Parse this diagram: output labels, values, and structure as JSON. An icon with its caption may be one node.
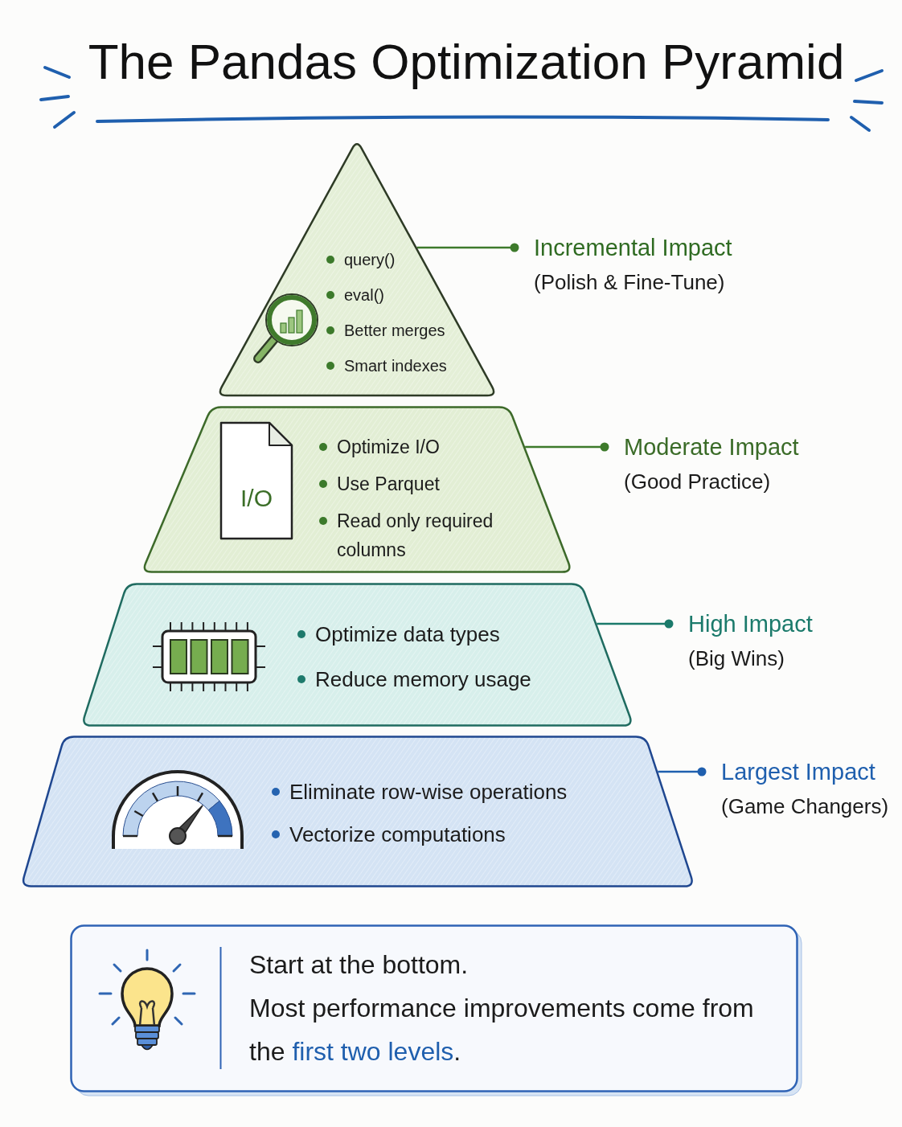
{
  "diagram": {
    "title": "The Pandas Optimization Pyramid",
    "nodes": [
      {
        "text": [
          "query()",
          "eval()",
          "Better merges",
          "Smart indexes"
        ]
      },
      {
        "text": [
          "Incremental Impact",
          "(Polish & Fine-Tune)"
        ]
      },
      {
        "text": [
          "Optimize I/O",
          "Use Parquet",
          "Read only required columns"
        ]
      },
      {
        "text": [
          "I/O"
        ],
        "in": 2
      },
      {
        "text": [
          "Moderate Impact",
          "(Good Practice)"
        ]
      },
      {
        "text": [
          "Optimize data types",
          "Reduce memory usage"
        ]
      },
      {
        "text": [
          "High Impact",
          "(Big Wins)"
        ]
      },
      {
        "text": [
          "Eliminate row-wise operations",
          "Vectorize computations"
        ]
      },
      {
        "text": [
          "Largest Impact",
          "(Game Changers)"
        ]
      },
      {
        "text": [
          "Start at the bottom.",
          "Most performance improvements come from the **first two levels**."
        ]
      }
    ],
    "edges": [
      {
        "from": 1,
        "to": 0,
        "arrow": "other"
      },
      {
        "from": 4,
        "to": 2,
        "arrow": "other"
      },
      {
        "from": 6,
        "to": 5,
        "arrow": "other",
        "color": "#1b7a6b"
      },
      {
        "from": 8,
        "to": 7,
        "arrow": "other",
        "color": "#1f5fae"
      }
    ]
  }
}
